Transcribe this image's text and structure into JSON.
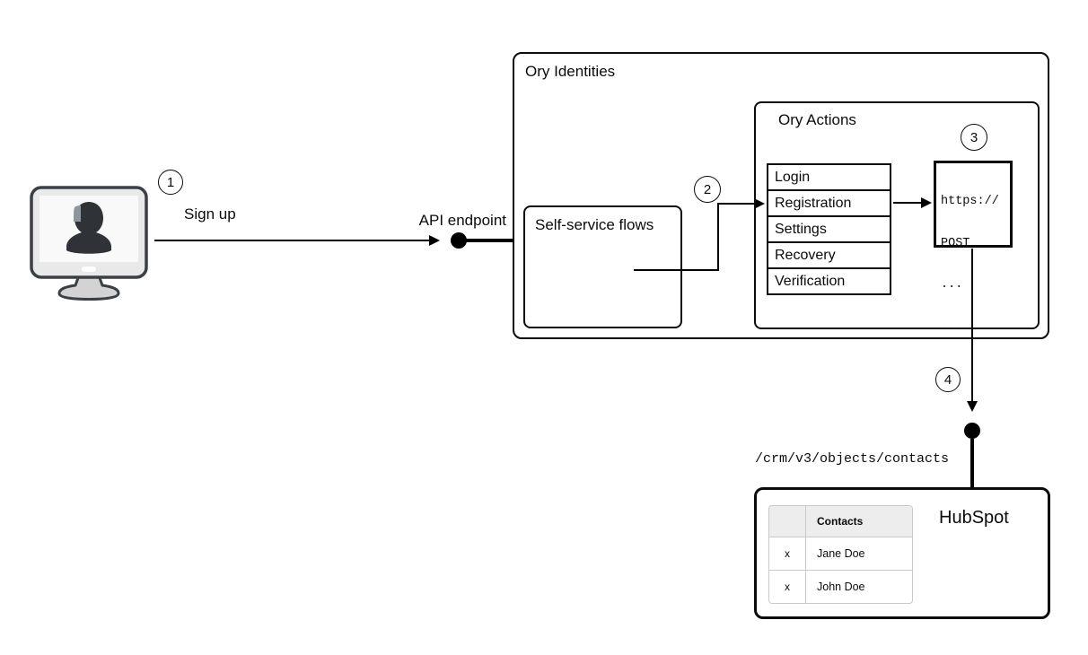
{
  "steps": {
    "one": "1",
    "two": "2",
    "three": "3",
    "four": "4"
  },
  "labels": {
    "sign_up": "Sign up",
    "api_endpoint": "API endpoint",
    "ory_identities": "Ory Identities",
    "self_service_flows": "Self-service flows",
    "ory_actions": "Ory Actions",
    "crm_path": "/crm/v3/objects/contacts",
    "hubspot": "HubSpot"
  },
  "flow_table": {
    "rows": [
      "Login",
      "Registration",
      "Settings",
      "Recovery",
      "Verification"
    ]
  },
  "code_box": {
    "lines": [
      "https://",
      "POST",
      "...",
      "..."
    ]
  },
  "contacts_table": {
    "header": "Contacts",
    "rows": [
      {
        "mark": "x",
        "name": "Jane Doe"
      },
      {
        "mark": "x",
        "name": "John Doe"
      }
    ]
  },
  "colors": {
    "line": "#000000",
    "box_border": "#0b0b0b",
    "table_header_bg": "#ededed",
    "table_border": "#c9c9c9",
    "monitor_body": "#e9e9e9",
    "monitor_outline": "#3b4046",
    "monitor_screen": "#f9f9f9",
    "silhouette": "#2f3338"
  }
}
